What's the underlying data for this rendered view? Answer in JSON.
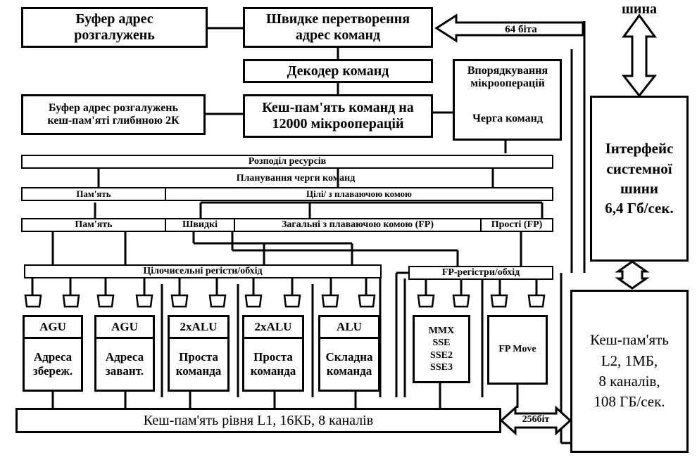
{
  "blocks": {
    "branch_buffer": "Буфер адрес\nрозгалужень",
    "fast_translation": "Швидке перетворення\nадрес команд",
    "bus_top": "шина",
    "bits64": "64 біта",
    "decoder": "Декодер команд",
    "uop_ordering": "Впорядкування\nмікрооперацій",
    "instr_queue": "Черга команд",
    "branch_buffer_2k": "Буфер адрес розгалужень\nкеш-пам'яті глибиною 2К",
    "trace_cache": "Кеш-пам'ять команд на\n12000 мікрооперацій",
    "bus_interface": "Інтерфейс\nсистемної\nшини\n6,4 Гб/сек.",
    "resource_alloc": "Розподіл ресурсів",
    "queue_sched": "Планування черги команд",
    "mem1": "Пам'ять",
    "int_fp": "Цілі/ з плаваючою комою",
    "mem2": "Пам'ять",
    "fast": "Швидкі",
    "general_fp": "Загальні з плаваючою комою (FP)",
    "simple_fp": "Прості (FP)",
    "int_regs": "Цілочисельні регісти/обхід",
    "fp_regs": "FP-регістри/обхід",
    "l2_cache": "Кеш-пам'ять\nL2, 1МБ,\n8 каналів,\n108 ГБ/сек.",
    "l1_cache": "Кеш-пам'ять рівня L1, 16КБ, 8 каналів",
    "bits256": "256біт"
  },
  "units": [
    {
      "top": "AGU",
      "bottom": "Адреса\nзбереж."
    },
    {
      "top": "AGU",
      "bottom": "Адреса\nзавант."
    },
    {
      "top": "2xALU",
      "bottom": "Проста\nкоманда"
    },
    {
      "top": "2xALU",
      "bottom": "Проста\nкоманда"
    },
    {
      "top": "ALU",
      "bottom": "Складна\nкоманда"
    }
  ],
  "fp_units": {
    "mmx": "MMX\nSSE\nSSE2\nSSE3",
    "fpmove": "FP Move"
  },
  "colors": {
    "line": "#000000",
    "background": "#ffffff"
  }
}
